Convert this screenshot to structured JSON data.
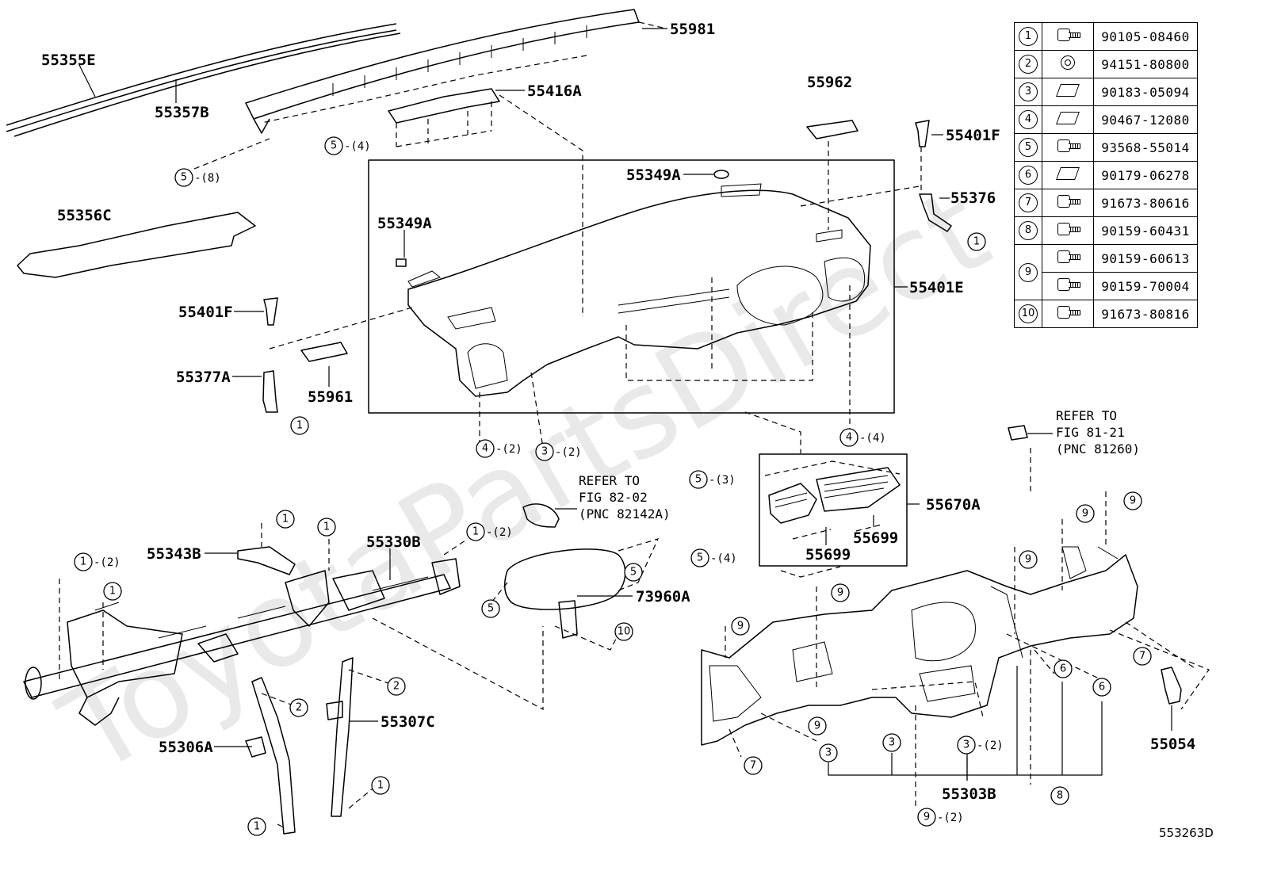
{
  "diagram_id": "553263D",
  "watermark": "ToyotaPartsDirect",
  "part_labels": {
    "p55355E": "55355E",
    "p55357B": "55357B",
    "p55981": "55981",
    "p55416A": "55416A",
    "p55962": "55962",
    "p55401F_top": "55401F",
    "p55349A_top": "55349A",
    "p55349A_left": "55349A",
    "p55376": "55376",
    "p55356C": "55356C",
    "p55401E": "55401E",
    "p55401F_left": "55401F",
    "p55377A": "55377A",
    "p55961": "55961",
    "p55670A": "55670A",
    "p55699_a": "55699",
    "p55699_b": "55699",
    "p55343B": "55343B",
    "p55330B": "55330B",
    "p73960A": "73960A",
    "p55306A": "55306A",
    "p55307C": "55307C",
    "p55303B": "55303B",
    "p55054": "55054"
  },
  "references": [
    {
      "line1": "REFER TO",
      "line2": "FIG 82-02",
      "line3": "(PNC 82142A)"
    },
    {
      "line1": "REFER TO",
      "line2": "FIG 81-21",
      "line3": "(PNC 81260)"
    }
  ],
  "callouts": [
    {
      "num": "5",
      "qty": "-(8)"
    },
    {
      "num": "5",
      "qty": "-(4)"
    },
    {
      "num": "1",
      "qty": ""
    },
    {
      "num": "1",
      "qty": ""
    },
    {
      "num": "4",
      "qty": "-(2)"
    },
    {
      "num": "3",
      "qty": "-(2)"
    },
    {
      "num": "4",
      "qty": "-(4)"
    },
    {
      "num": "5",
      "qty": "-(3)"
    },
    {
      "num": "5",
      "qty": "-(4)"
    },
    {
      "num": "1",
      "qty": ""
    },
    {
      "num": "1",
      "qty": ""
    },
    {
      "num": "1",
      "qty": "-(2)"
    },
    {
      "num": "1",
      "qty": "-(2)"
    },
    {
      "num": "1",
      "qty": ""
    },
    {
      "num": "5",
      "qty": ""
    },
    {
      "num": "5",
      "qty": ""
    },
    {
      "num": "10",
      "qty": ""
    },
    {
      "num": "2",
      "qty": ""
    },
    {
      "num": "2",
      "qty": ""
    },
    {
      "num": "1",
      "qty": ""
    },
    {
      "num": "1",
      "qty": ""
    },
    {
      "num": "9",
      "qty": ""
    },
    {
      "num": "9",
      "qty": ""
    },
    {
      "num": "9",
      "qty": ""
    },
    {
      "num": "9",
      "qty": ""
    },
    {
      "num": "9",
      "qty": ""
    },
    {
      "num": "9",
      "qty": ""
    },
    {
      "num": "7",
      "qty": ""
    },
    {
      "num": "7",
      "qty": ""
    },
    {
      "num": "6",
      "qty": ""
    },
    {
      "num": "6",
      "qty": ""
    },
    {
      "num": "3",
      "qty": ""
    },
    {
      "num": "3",
      "qty": ""
    },
    {
      "num": "3",
      "qty": "-(2)"
    },
    {
      "num": "8",
      "qty": ""
    },
    {
      "num": "9",
      "qty": "-(2)"
    },
    {
      "num": "1",
      "qty": ""
    }
  ],
  "legend": [
    {
      "num": "1",
      "icon": "bolt-icon",
      "part": "90105-08460"
    },
    {
      "num": "2",
      "icon": "nut-icon",
      "part": "94151-80800"
    },
    {
      "num": "3",
      "icon": "clip-icon",
      "part": "90183-05094"
    },
    {
      "num": "4",
      "icon": "clip-icon",
      "part": "90467-12080"
    },
    {
      "num": "5",
      "icon": "bolt-icon",
      "part": "93568-55014"
    },
    {
      "num": "6",
      "icon": "clip-icon",
      "part": "90179-06278"
    },
    {
      "num": "7",
      "icon": "bolt-icon",
      "part": "91673-80616"
    },
    {
      "num": "8",
      "icon": "bolt-icon",
      "part": "90159-60431"
    },
    {
      "num": "9",
      "variants": [
        {
          "icon": "screw-icon",
          "part": "90159-60613"
        },
        {
          "icon": "screw-icon",
          "part": "90159-70004"
        }
      ]
    },
    {
      "num": "10",
      "icon": "bolt-icon",
      "part": "91673-80816"
    }
  ]
}
